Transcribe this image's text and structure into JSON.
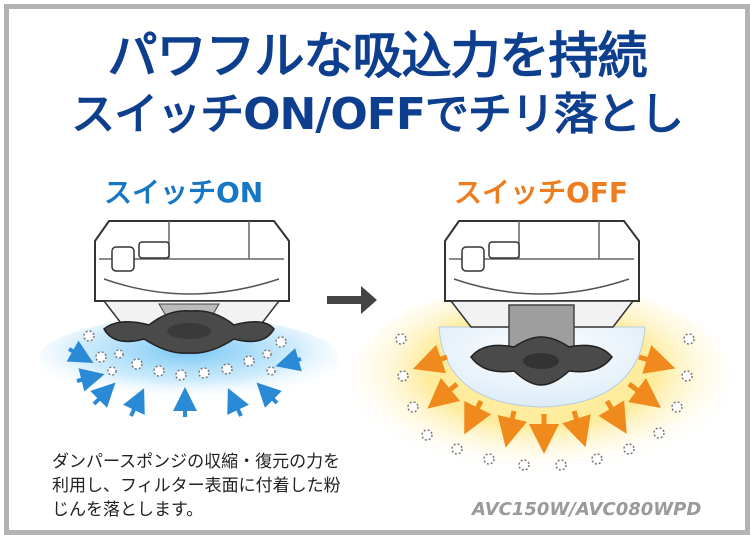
{
  "headline": {
    "line1": "パワフルな吸込力を持続",
    "line2": "スイッチON/OFFでチリ落とし"
  },
  "panels": {
    "on_label": "スイッチON",
    "off_label": "スイッチOFF"
  },
  "description": {
    "line1": "ダンパースポンジの収縮・復元の力を",
    "line2": "利用し、フィルター表面に付着した粉",
    "line3": "じんを落とします。"
  },
  "model": "AVC150W/AVC080WPD",
  "colors": {
    "headline": "#0e3f8f",
    "on_label": "#1677c4",
    "off_label": "#ee7d1f",
    "blue_arrow": "#2a8ad6",
    "orange_arrow": "#f08a1c",
    "border": "#b3b3b3"
  }
}
